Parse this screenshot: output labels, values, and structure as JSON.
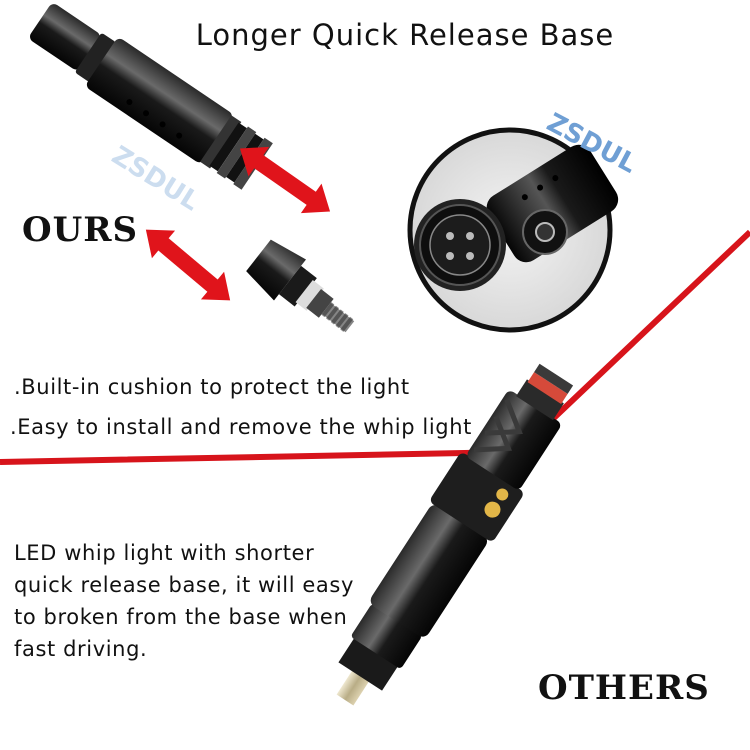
{
  "title": "Longer Quick Release Base",
  "brand_watermark": "ZSDUL",
  "ours": {
    "label": "OURS",
    "features": [
      ".Built-in cushion to protect the light",
      ".Easy to install and remove the whip light"
    ]
  },
  "others": {
    "label": "OTHERS",
    "description_lines": [
      "LED whip light with shorter",
      "quick release base, it will easy",
      "to broken from the base when",
      "fast driving."
    ]
  },
  "colors": {
    "divider": "#d7141b",
    "arrow": "#e0141b",
    "metal_dark": "#111111",
    "watermark": "#6f9fd4"
  }
}
